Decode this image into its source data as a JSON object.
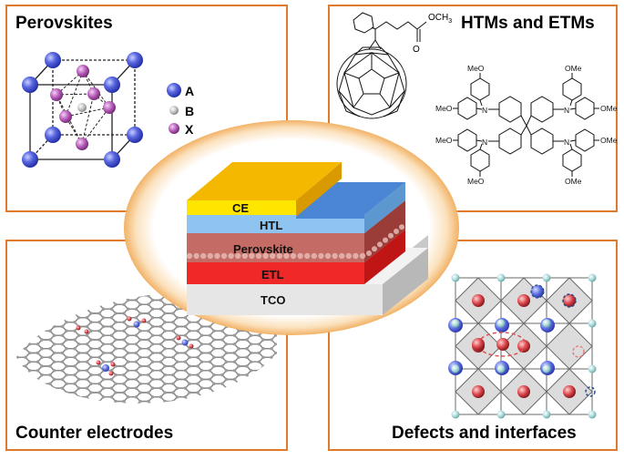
{
  "panels": {
    "top_left": {
      "title": "Perovskites"
    },
    "top_right": {
      "title": "HTMs and ETMs"
    },
    "bottom_left": {
      "title": "Counter electrodes"
    },
    "bottom_right": {
      "title": "Defects and interfaces"
    }
  },
  "legend": [
    {
      "label": "A",
      "color": "#4b5bd8"
    },
    {
      "label": "B",
      "color": "#bdbdbd"
    },
    {
      "label": "X",
      "color": "#b45ab8"
    }
  ],
  "molecule_labels": {
    "ester": "OCH",
    "ester_sub": "3",
    "methoxy_left": "MeO",
    "methoxy_right": "OMe",
    "nitrogen": "N"
  },
  "stack_layers": [
    {
      "label": "CE",
      "color": "#f4b400"
    },
    {
      "label": "HTL",
      "color": "#8ec4f2"
    },
    {
      "label": "Perovskite",
      "color": "#c96a63"
    },
    {
      "label": "ETL",
      "color": "#ee2a2a"
    },
    {
      "label": "TCO",
      "color": "#dcdcdc"
    }
  ],
  "colors": {
    "panel_border": "#e07a2a",
    "center_glow": "#f6c483",
    "ce_gold": "#f5b800",
    "ce_blue": "#4a86d4"
  }
}
